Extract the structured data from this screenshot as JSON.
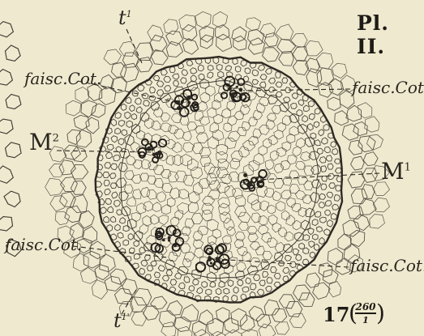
{
  "plate": "Pl. II.",
  "figure_number": "17",
  "magnification": {
    "numerator": "260",
    "denominator": "1"
  },
  "labels": {
    "t1_top": "t",
    "t1_top_sup": "1",
    "t1_bottom": "t",
    "t1_bottom_sup": "1'",
    "faisc_top_left": "faisc.Cot.",
    "faisc_top_right": "faisc.Cot.",
    "faisc_bottom_left": "faisc.Cot.",
    "faisc_bottom_right": "faisc.Cot.",
    "m2": "M",
    "m2_sup": "2",
    "m1": "M",
    "m1_sup": "1"
  }
}
